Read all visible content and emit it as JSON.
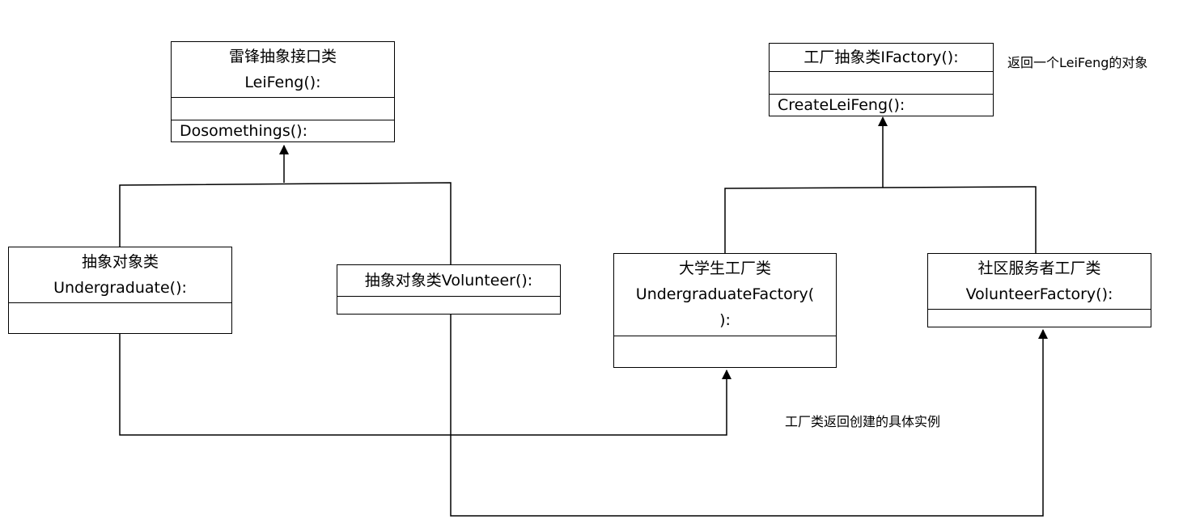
{
  "classes": {
    "leifeng": {
      "title": "雷锋抽象接口类",
      "subtitle": "LeiFeng():",
      "operation": "Dosomethings():"
    },
    "undergraduate": {
      "title": "抽象对象类",
      "subtitle": "Undergraduate():"
    },
    "volunteer": {
      "title": "抽象对象类Volunteer():"
    },
    "ifactory": {
      "title": "工厂抽象类IFactory():",
      "operation": "CreateLeiFeng():"
    },
    "undergraduate_factory": {
      "title": "大学生工厂类",
      "subtitle": "UndergraduateFactory(",
      "subtitle2": "):"
    },
    "volunteer_factory": {
      "title": "社区服务者工厂类",
      "subtitle": "VolunteerFactory():"
    }
  },
  "notes": {
    "ifactory_note": "返回一个LeiFeng的对象",
    "factory_note": "工厂类返回创建的具体实例"
  }
}
